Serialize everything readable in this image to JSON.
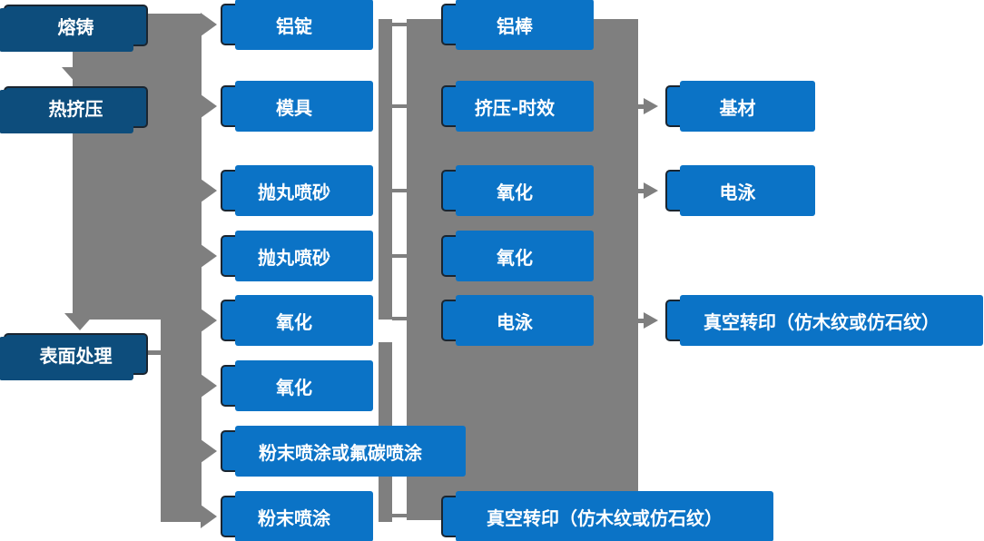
{
  "diagram": {
    "description": "Aluminum profile production process flowchart",
    "nodes": {
      "c1a": {
        "label": "熔铸"
      },
      "c1b": {
        "label": "热挤压"
      },
      "c1c": {
        "label": "表面处理"
      },
      "c2a": {
        "label": "铝锭"
      },
      "c2b": {
        "label": "模具"
      },
      "c2c": {
        "label": "抛丸喷砂"
      },
      "c2d": {
        "label": "抛丸喷砂"
      },
      "c2e": {
        "label": "氧化"
      },
      "c2f": {
        "label": "氧化"
      },
      "c2g": {
        "label": "粉末喷涂或氟碳喷涂"
      },
      "c2h": {
        "label": "粉末喷涂"
      },
      "c3a": {
        "label": "铝棒"
      },
      "c3b": {
        "label": "挤压-时效"
      },
      "c3c": {
        "label": "氧化"
      },
      "c3d": {
        "label": "氧化"
      },
      "c3e": {
        "label": "电泳"
      },
      "c3f": {
        "label": "真空转印（仿木纹或仿石纹）"
      },
      "c4a": {
        "label": "基材"
      },
      "c4b": {
        "label": "电泳"
      },
      "c4c": {
        "label": "真空转印（仿木纹或仿石纹）"
      }
    },
    "colors": {
      "node_dark_blue": "#0d4d7c",
      "node_bright_blue": "#0b73c6",
      "node_border": "#1a2530",
      "connector_gray": "#7f7f7f",
      "text": "#ffffff",
      "background": "#ffffff"
    }
  }
}
